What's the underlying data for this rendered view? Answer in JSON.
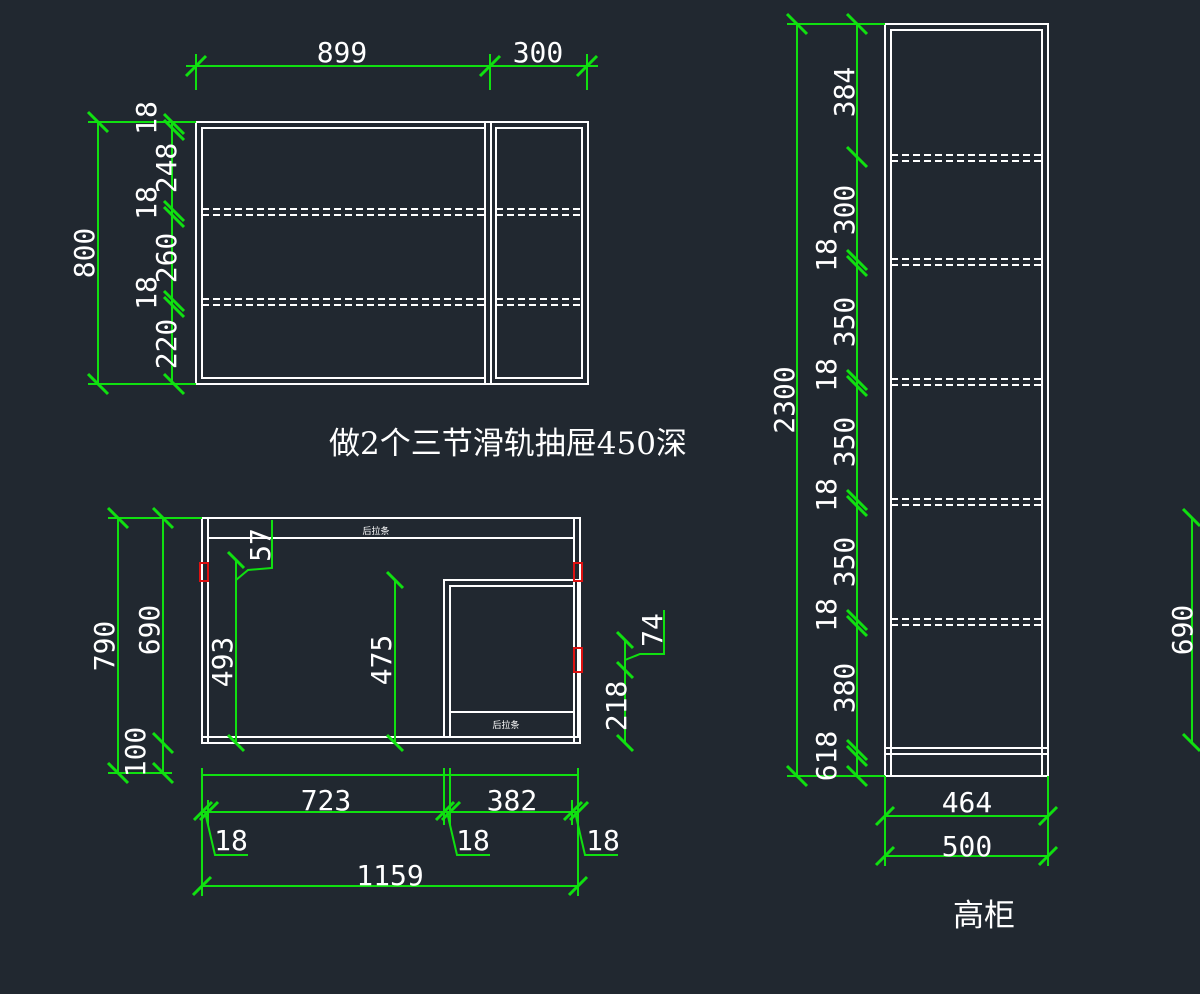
{
  "top_view": {
    "dims": {
      "width_left": "899",
      "width_right": "300",
      "height_total": "800",
      "seg_top": "18",
      "seg_1": "248",
      "seg_2": "18",
      "seg_3": "260",
      "seg_4": "18",
      "seg_5": "220"
    },
    "note": "做2个三节滑轨抽屉450深"
  },
  "front_view": {
    "dims": {
      "height_total": "790",
      "height_upper": "690",
      "height_base": "100",
      "inner_left": "493",
      "inner_mid": "475",
      "top_gap": "57",
      "right_small": "74",
      "right_drawer": "218",
      "width_left": "723",
      "width_right": "382",
      "board_1": "18",
      "board_2": "18",
      "board_3": "18",
      "width_total": "1159"
    },
    "labels": {
      "top_rail": "后拉条",
      "bottom_rail": "后拉条"
    }
  },
  "tall_cabinet": {
    "dims": {
      "height_total": "2300",
      "seg_1": "384",
      "seg_2": "300",
      "board_1": "18",
      "seg_3": "350",
      "board_2": "18",
      "seg_4": "350",
      "board_3": "18",
      "seg_5": "350",
      "board_4": "18",
      "seg_6": "380",
      "bottom": "618",
      "inner_width": "464",
      "outer_width": "500"
    },
    "title": "高柜"
  },
  "edge_view": {
    "dim": "690"
  },
  "colors": {
    "background": "#212830",
    "dimension_line": "#10e010",
    "geometry": "#ffffff",
    "hinge": "#dd1111"
  }
}
